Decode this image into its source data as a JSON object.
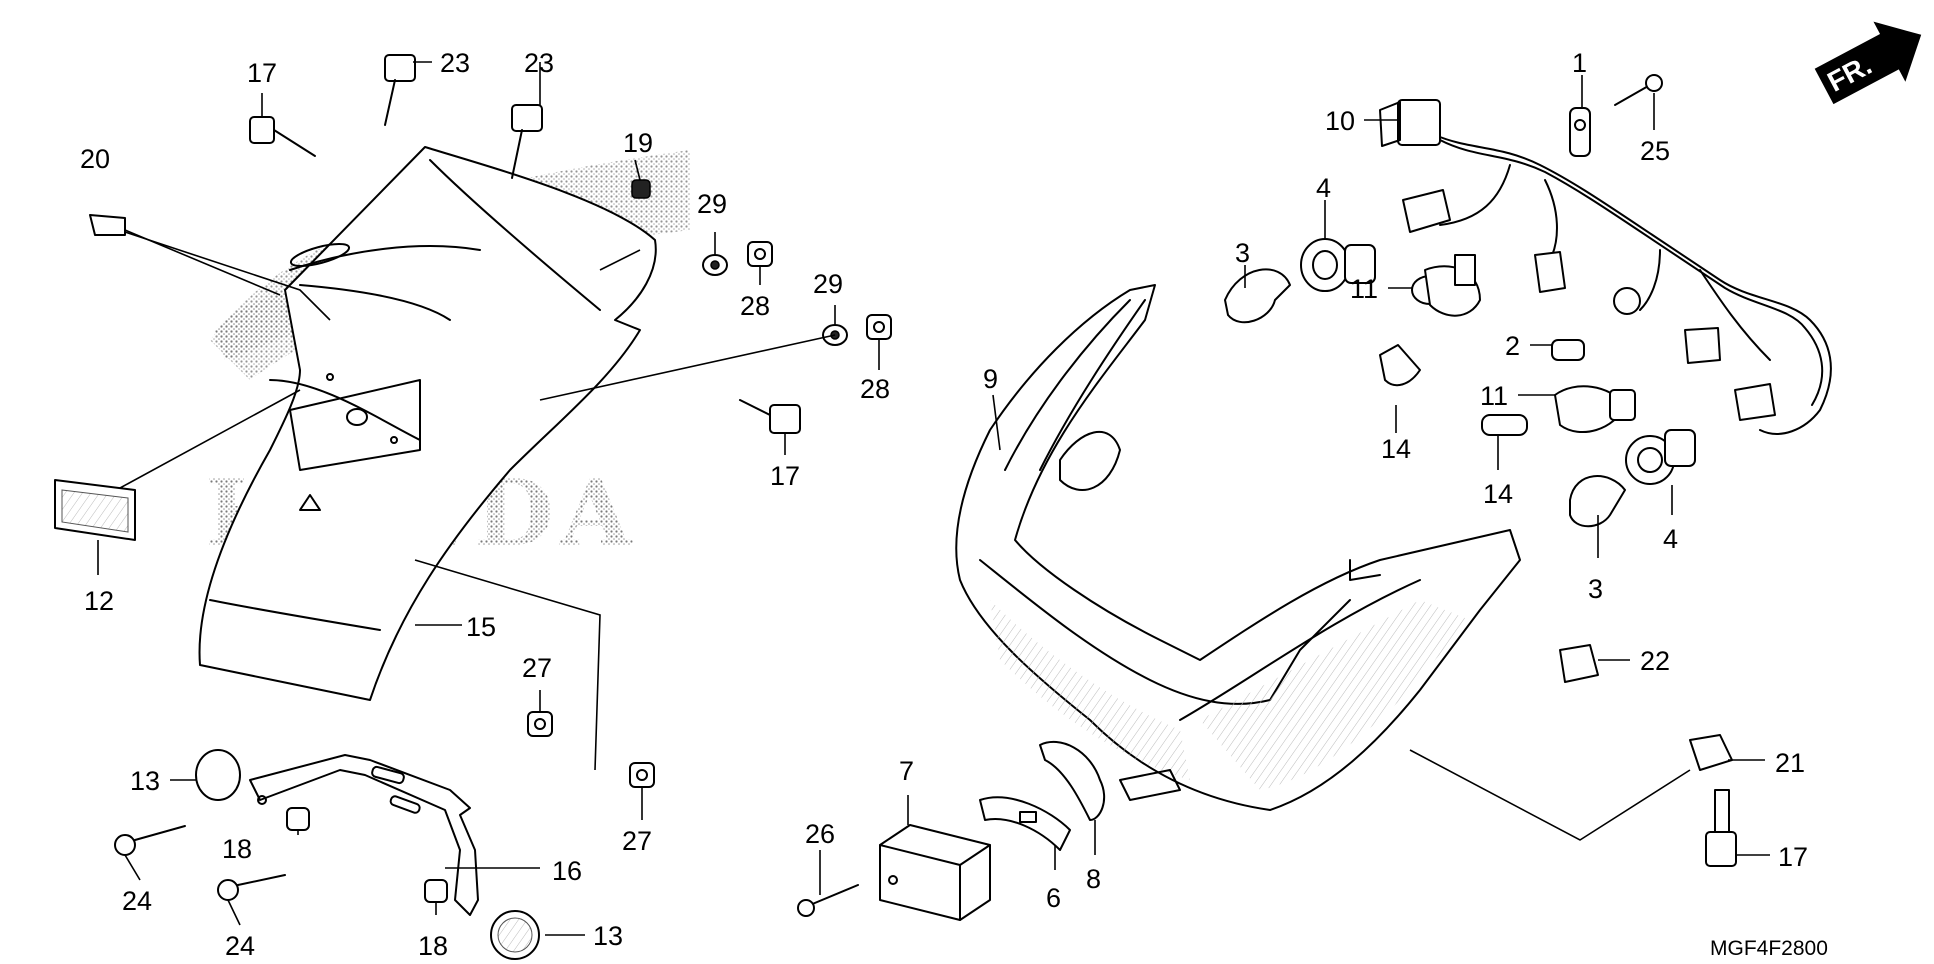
{
  "diagram": {
    "code": "MGF4F2800",
    "direction_label": "FR.",
    "watermark_text": "HONDA",
    "callouts": [
      {
        "id": "c1",
        "label": "1"
      },
      {
        "id": "c2",
        "label": "2"
      },
      {
        "id": "c3a",
        "label": "3"
      },
      {
        "id": "c3b",
        "label": "3"
      },
      {
        "id": "c4a",
        "label": "4"
      },
      {
        "id": "c4b",
        "label": "4"
      },
      {
        "id": "c6",
        "label": "6"
      },
      {
        "id": "c7",
        "label": "7"
      },
      {
        "id": "c8",
        "label": "8"
      },
      {
        "id": "c9",
        "label": "9"
      },
      {
        "id": "c10",
        "label": "10"
      },
      {
        "id": "c11a",
        "label": "11"
      },
      {
        "id": "c11b",
        "label": "11"
      },
      {
        "id": "c12",
        "label": "12"
      },
      {
        "id": "c13a",
        "label": "13"
      },
      {
        "id": "c13b",
        "label": "13"
      },
      {
        "id": "c14a",
        "label": "14"
      },
      {
        "id": "c14b",
        "label": "14"
      },
      {
        "id": "c15",
        "label": "15"
      },
      {
        "id": "c16",
        "label": "16"
      },
      {
        "id": "c17a",
        "label": "17"
      },
      {
        "id": "c17b",
        "label": "17"
      },
      {
        "id": "c17c",
        "label": "17"
      },
      {
        "id": "c18a",
        "label": "18"
      },
      {
        "id": "c18b",
        "label": "18"
      },
      {
        "id": "c19",
        "label": "19"
      },
      {
        "id": "c20",
        "label": "20"
      },
      {
        "id": "c21",
        "label": "21"
      },
      {
        "id": "c22",
        "label": "22"
      },
      {
        "id": "c23a",
        "label": "23"
      },
      {
        "id": "c23b",
        "label": "23"
      },
      {
        "id": "c24a",
        "label": "24"
      },
      {
        "id": "c24b",
        "label": "24"
      },
      {
        "id": "c25",
        "label": "25"
      },
      {
        "id": "c26",
        "label": "26"
      },
      {
        "id": "c27a",
        "label": "27"
      },
      {
        "id": "c27b",
        "label": "27"
      },
      {
        "id": "c28a",
        "label": "28"
      },
      {
        "id": "c28b",
        "label": "28"
      },
      {
        "id": "c29a",
        "label": "29"
      },
      {
        "id": "c29b",
        "label": "29"
      }
    ]
  }
}
